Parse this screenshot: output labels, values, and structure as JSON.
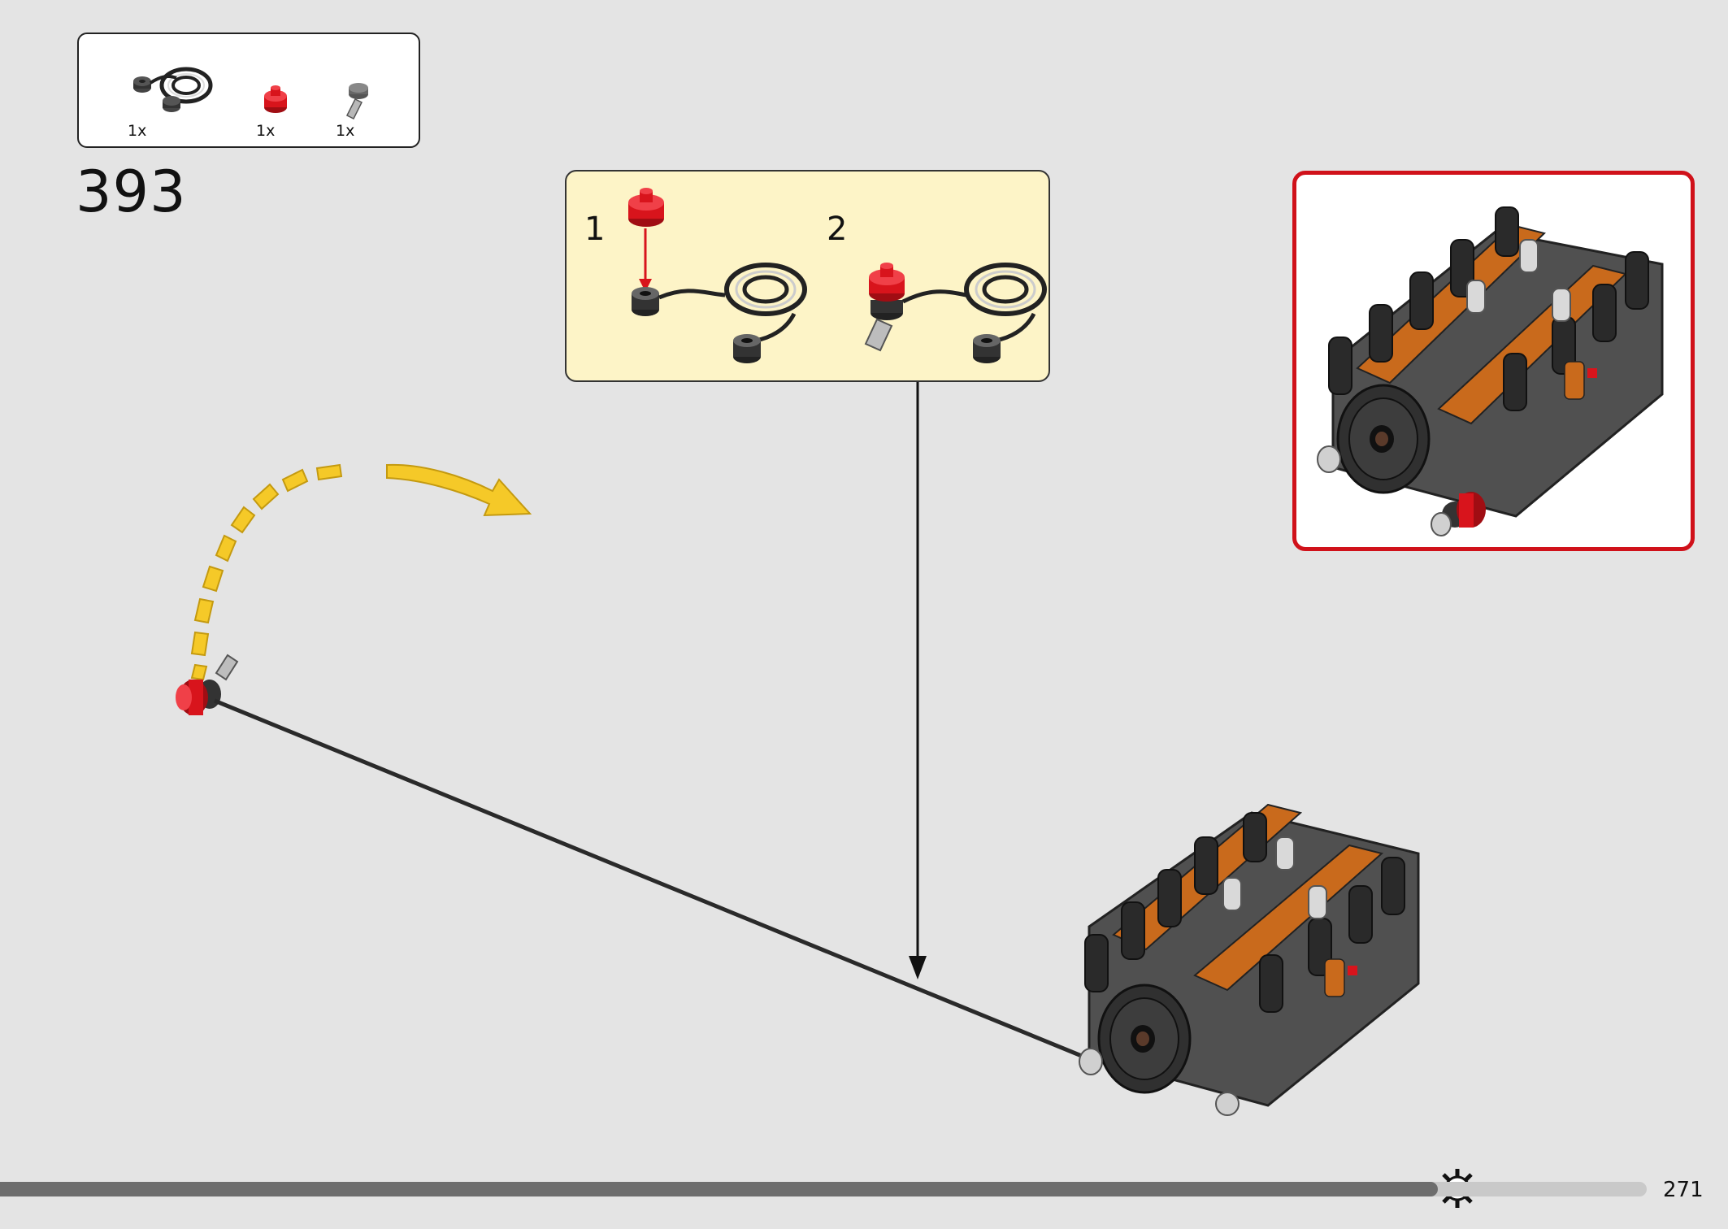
{
  "step": {
    "number": "393"
  },
  "parts": [
    {
      "name": "hose-with-connectors",
      "qty": "1x"
    },
    {
      "name": "red-bush",
      "qty": "1x"
    },
    {
      "name": "grey-connector",
      "qty": "1x"
    }
  ],
  "substeps": [
    {
      "label": "1"
    },
    {
      "label": "2"
    }
  ],
  "footer": {
    "page": "271",
    "progress": 0.873,
    "icon": "gear-icon"
  },
  "colors": {
    "background": "#e4e4e4",
    "callout": "#fdf4c7",
    "reference_frame": "#d0111a",
    "arrow_yellow": "#f5c928",
    "engine_orange": "#c96a1c",
    "part_red": "#d8141c"
  }
}
